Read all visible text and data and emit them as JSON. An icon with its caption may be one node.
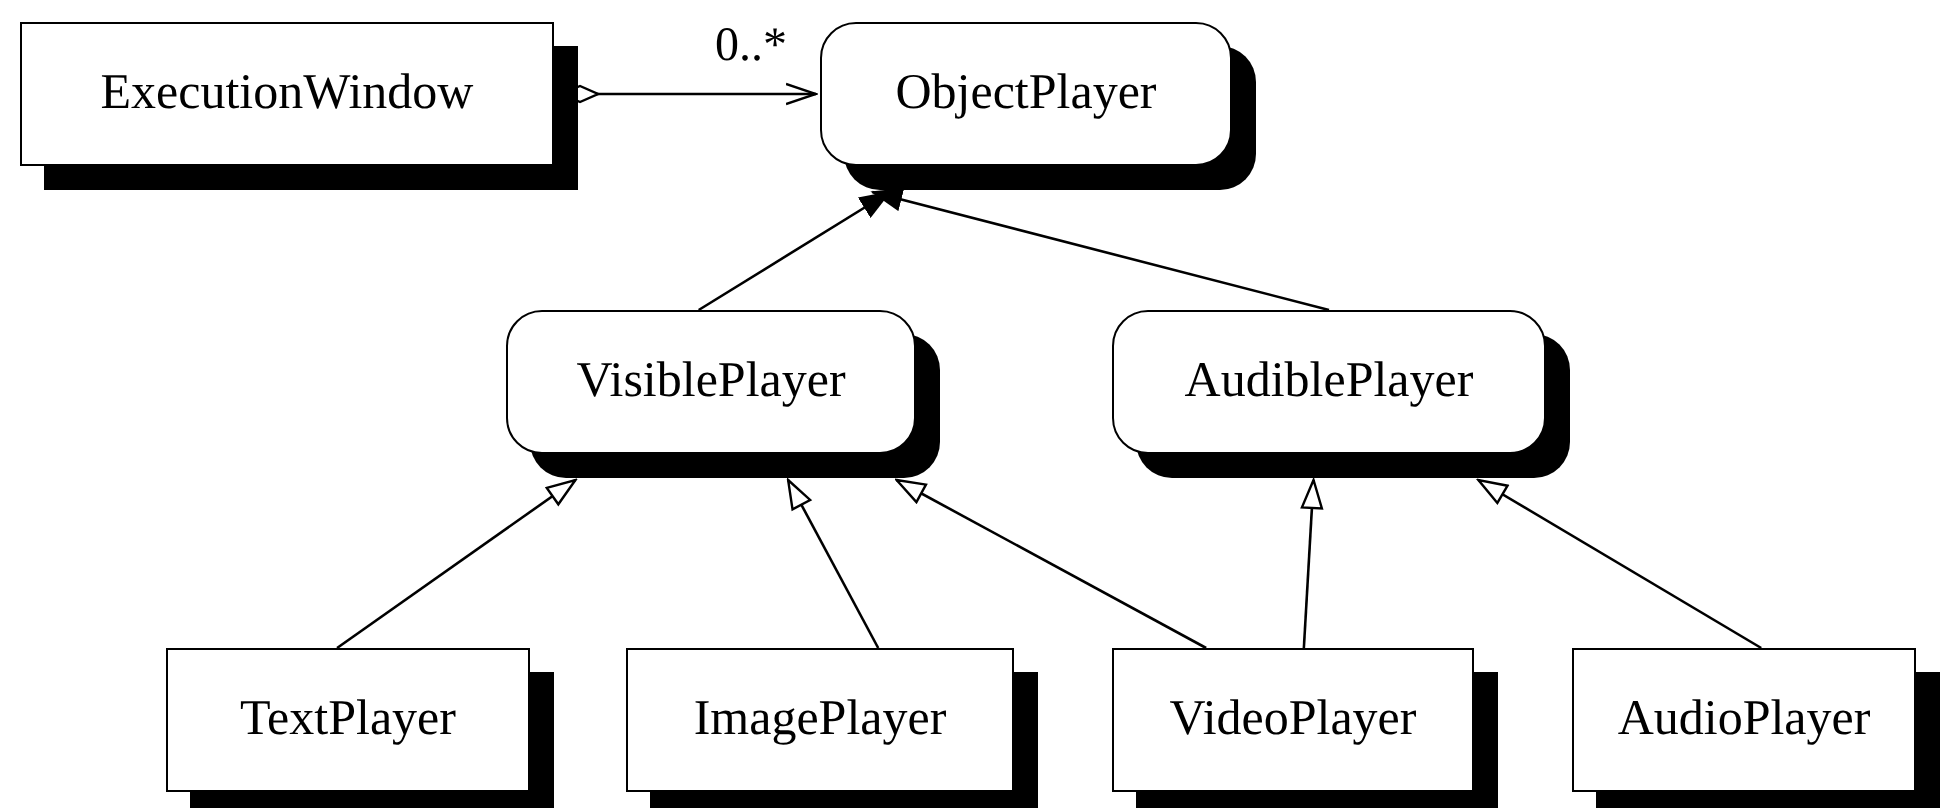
{
  "diagram": {
    "nodes": [
      {
        "text": [
          "ExecutionWindow"
        ]
      },
      {
        "text": [
          "ObjectPlayer"
        ]
      },
      {
        "text": [
          "VisiblePlayer"
        ]
      },
      {
        "text": [
          "AudiblePlayer"
        ]
      },
      {
        "text": [
          "TextPlayer"
        ]
      },
      {
        "text": [
          "ImagePlayer"
        ]
      },
      {
        "text": [
          "VideoPlayer"
        ]
      },
      {
        "text": [
          "AudioPlayer"
        ]
      }
    ],
    "edges": [
      {
        "from": 0,
        "to": 1,
        "arrow": "to",
        "label": "0..*"
      },
      {
        "from": 2,
        "to": 1,
        "arrow": "to"
      },
      {
        "from": 3,
        "to": 1,
        "arrow": "to"
      },
      {
        "from": 4,
        "to": 2,
        "arrow": "to"
      },
      {
        "from": 5,
        "to": 2,
        "arrow": "to"
      },
      {
        "from": 6,
        "to": 2,
        "arrow": "to"
      },
      {
        "from": 6,
        "to": 3,
        "arrow": "to"
      },
      {
        "from": 7,
        "to": 3,
        "arrow": "to"
      }
    ]
  }
}
